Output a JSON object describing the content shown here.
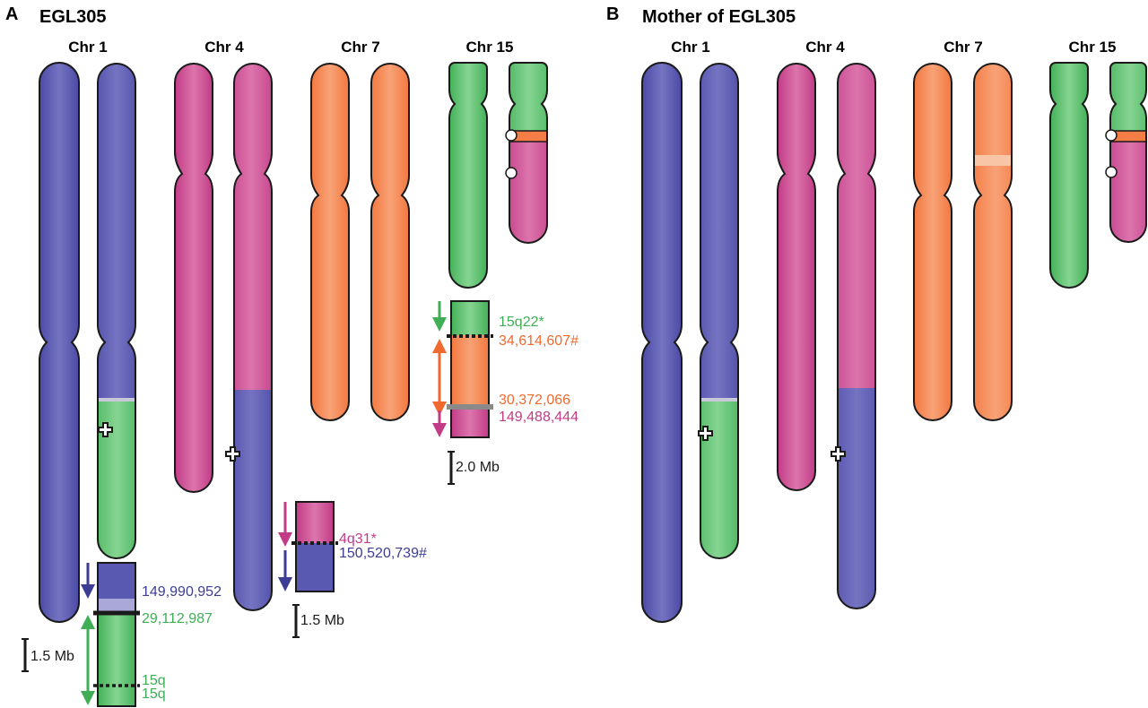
{
  "panel_a": {
    "letter": "A",
    "title": "EGL305"
  },
  "panel_b": {
    "letter": "B",
    "title": "Mother of EGL305"
  },
  "chromosome_labels": {
    "chr1": "Chr 1",
    "chr4": "Chr 4",
    "chr7": "Chr 7",
    "chr15": "Chr 15"
  },
  "colors": {
    "chr1_blue": "#5a59b2",
    "chr4_magenta": "#c8478f",
    "chr7_orange": "#f47c45",
    "chr15_green": "#4fbd63",
    "outline": "#1a1a1a"
  },
  "breakpoint_chr1_15": {
    "coord_chr1": "149,990,952",
    "coord_chr15": "29,112,987",
    "label_15q_top": "15q",
    "label_15q_bottom": "15q",
    "scale": "1.5 Mb"
  },
  "breakpoint_chr4_1": {
    "label_4q": "4q31*",
    "coord_chr1": "150,520,739#",
    "scale": "1.5 Mb"
  },
  "breakpoint_chr15_7_4": {
    "label_15q": "15q22*",
    "coord_chr7_top": "34,614,607#",
    "coord_chr7_bottom": "30,372,066",
    "coord_chr4": "149,488,444",
    "scale": "2.0 Mb"
  },
  "derivative_marker": "+"
}
